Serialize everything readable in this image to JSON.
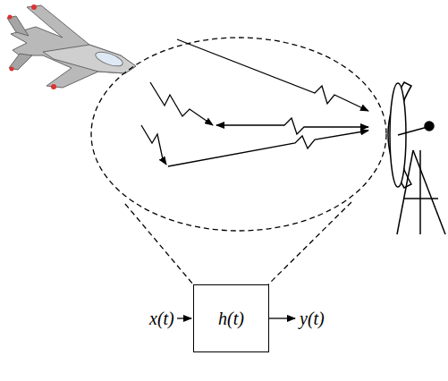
{
  "diagram": {
    "nodes": [
      {
        "text": [
          "h(t)"
        ]
      }
    ],
    "labels": [
      "x(t)",
      "y(t)"
    ]
  }
}
